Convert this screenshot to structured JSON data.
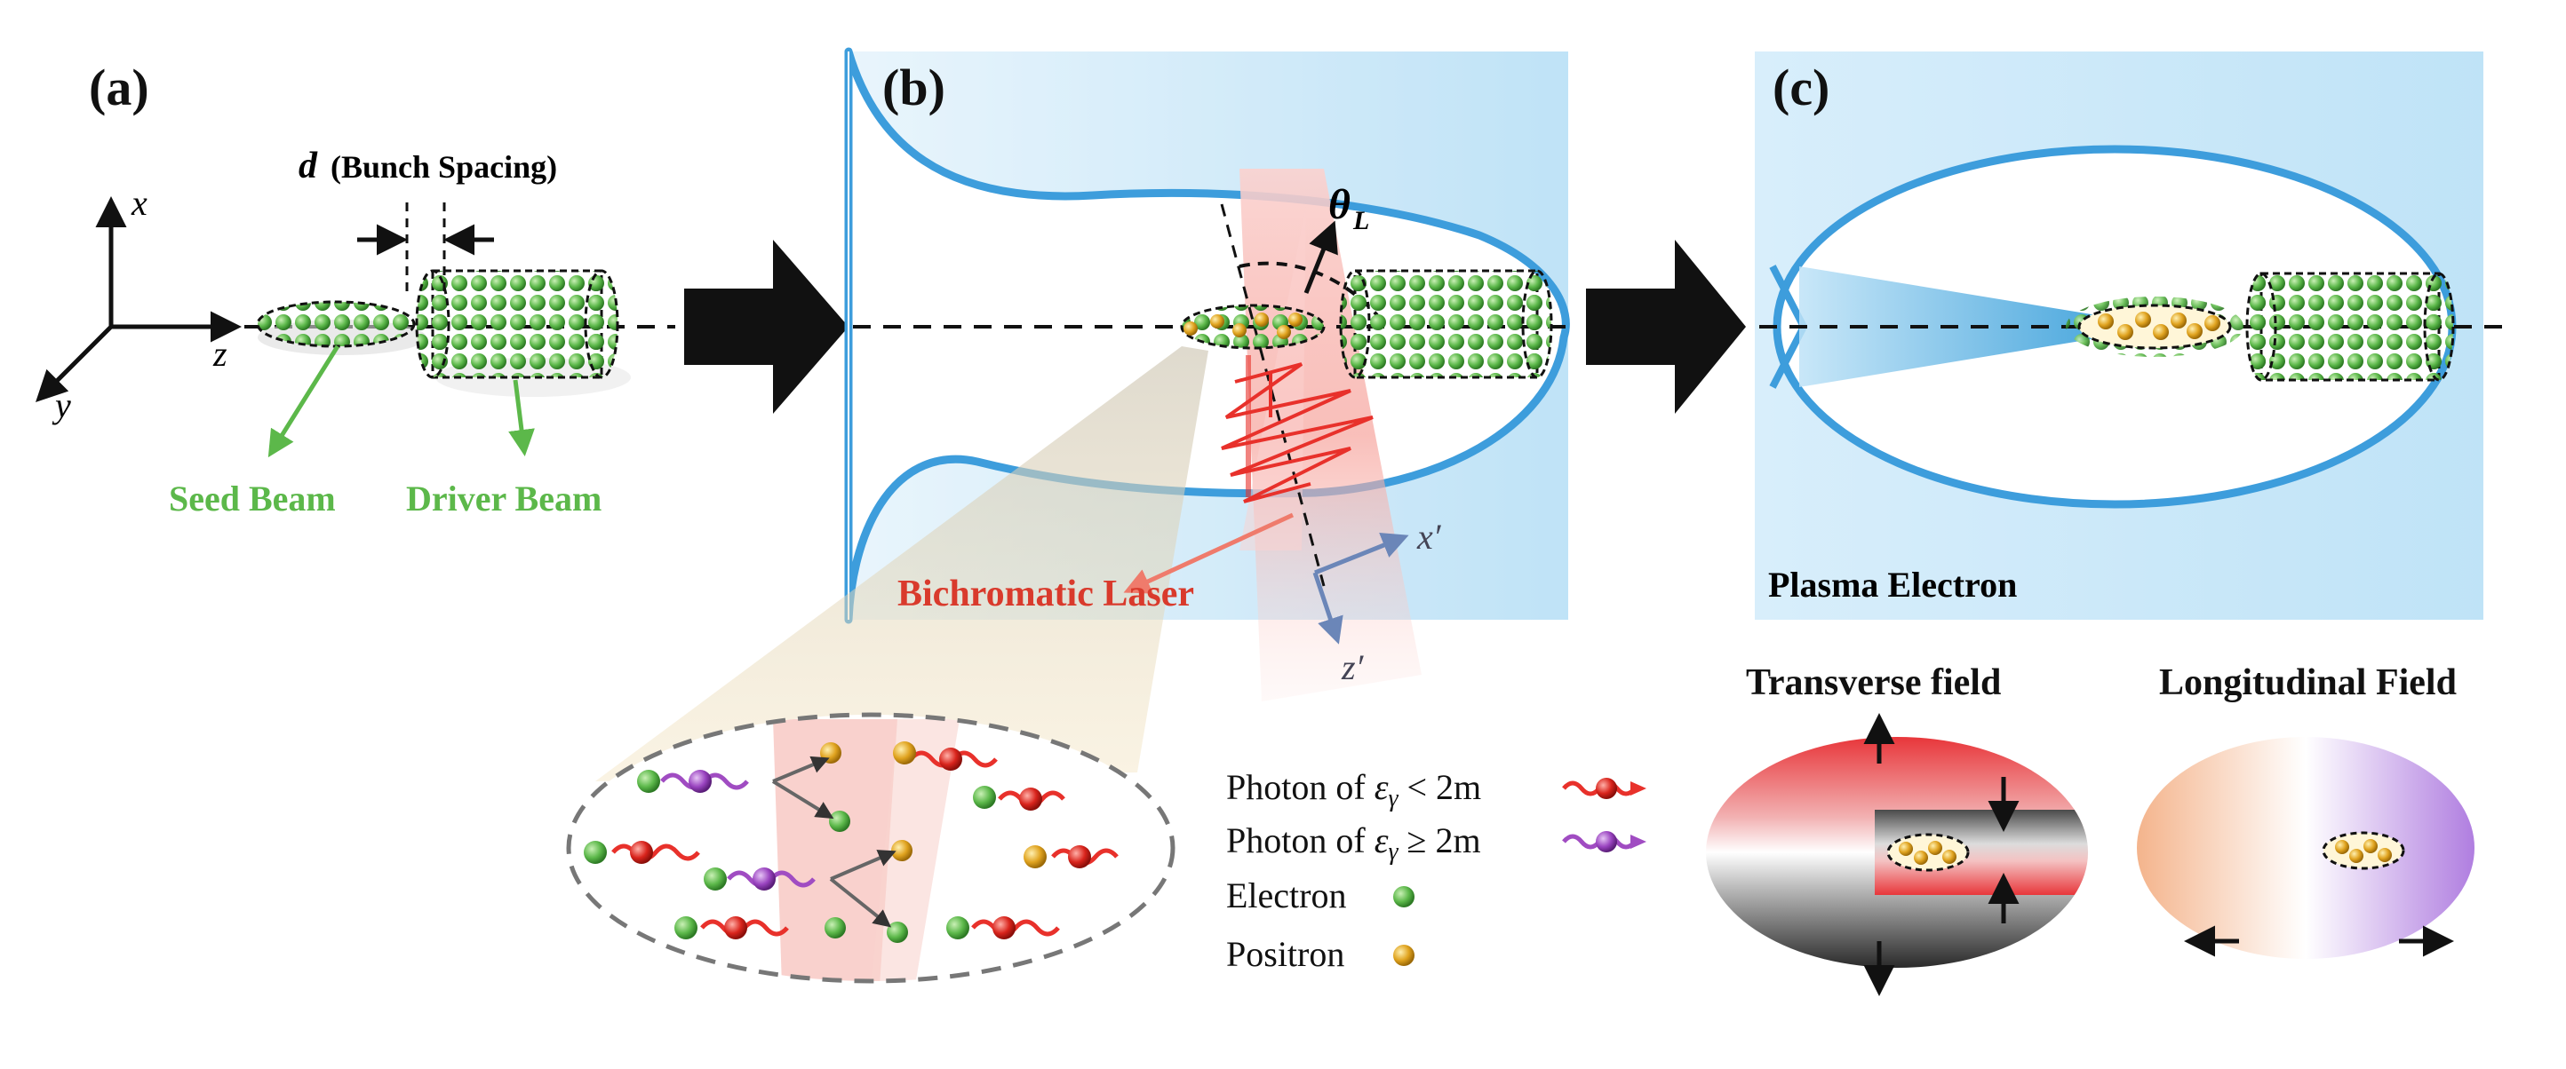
{
  "panels": {
    "a": {
      "label": "(a)",
      "axis_x": "x",
      "axis_y": "y",
      "axis_z": "z",
      "spacing_symbol": "d",
      "spacing_text": "(Bunch Spacing)",
      "seed_beam": "Seed Beam",
      "driver_beam": "Driver Beam"
    },
    "b": {
      "label": "(b)",
      "theta_symbol": "θ",
      "theta_sub": "L",
      "laser_label": "Bichromatic Laser",
      "axis_xp": "x′",
      "axis_zp": "z′"
    },
    "c": {
      "label": "(c)",
      "plasma_label": "Plasma Electron"
    }
  },
  "legend": {
    "photon_low_prefix": "Photon of ",
    "photon_low_math": "ε",
    "photon_low_sub": "γ",
    "photon_low_rel": " < 2m",
    "photon_high_prefix": "Photon of ",
    "photon_high_math": "ε",
    "photon_high_sub": "γ",
    "photon_high_rel": " ≥ 2m",
    "electron": "Electron",
    "positron": "Positron"
  },
  "fields": {
    "transverse": "Transverse field",
    "longitudinal": "Longitudinal Field"
  },
  "colors": {
    "electron": "#5cb84a",
    "positron": "#e0a31f",
    "laser": "#e8312b",
    "high_photon": "#a04cc2",
    "plasma": "#4aa8e0",
    "beam_label": "#5cb84a",
    "laser_label": "#d93a2c"
  }
}
